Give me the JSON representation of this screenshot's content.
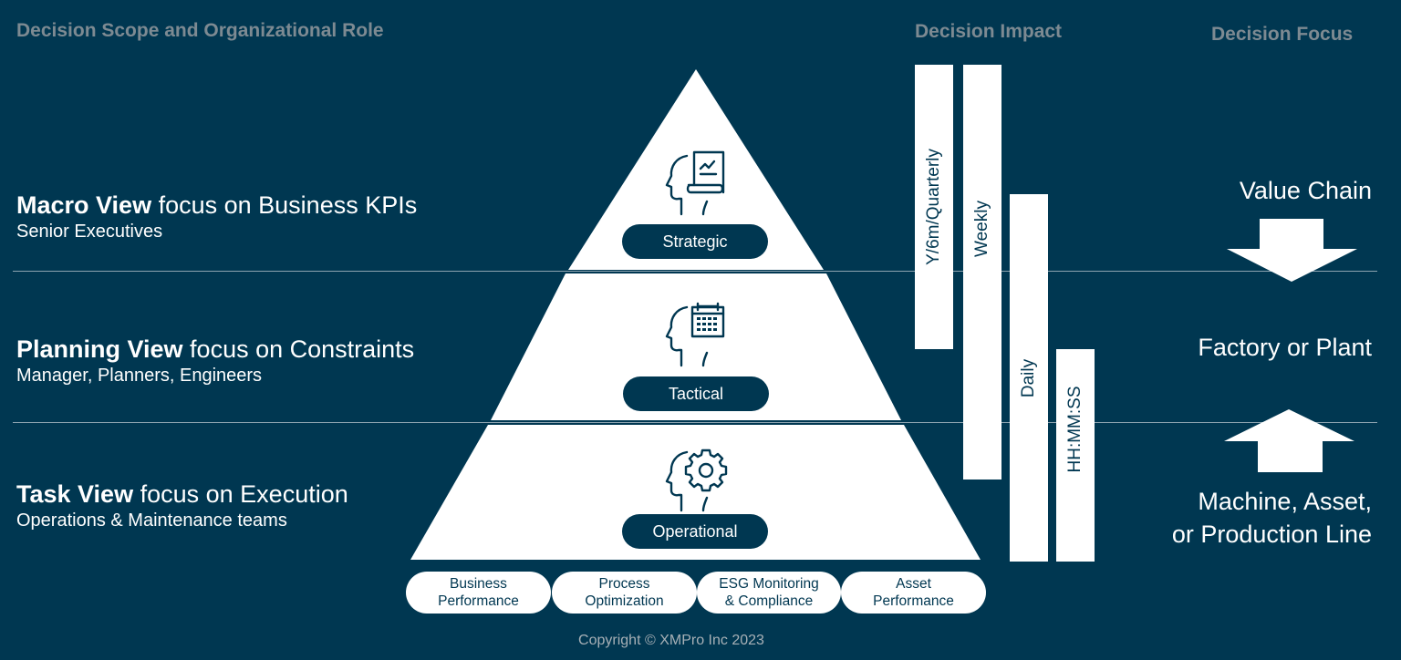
{
  "headers": {
    "left": "Decision Scope and Organizational Role",
    "impact": "Decision Impact",
    "focus": "Decision Focus"
  },
  "views": [
    {
      "bold": "Macro View",
      "rest": " focus on Business KPIs",
      "sub": "Senior Executives"
    },
    {
      "bold": "Planning View",
      "rest": " focus on Constraints",
      "sub": "Manager, Planners, Engineers"
    },
    {
      "bold": "Task View",
      "rest": " focus on Execution",
      "sub": "Operations & Maintenance teams"
    }
  ],
  "pyramid": {
    "levels": [
      {
        "label": "Strategic",
        "icon": "head-report-chart-icon"
      },
      {
        "label": "Tactical",
        "icon": "head-calendar-icon"
      },
      {
        "label": "Operational",
        "icon": "head-gear-icon"
      }
    ]
  },
  "impact_bars": [
    {
      "label": "Y/6m/Quarterly"
    },
    {
      "label": "Weekly"
    },
    {
      "label": "Daily"
    },
    {
      "label": "HH:MM:SS"
    }
  ],
  "focus": {
    "top": "Value Chain",
    "middle": "Factory or Plant",
    "bottom_line1": "Machine, Asset,",
    "bottom_line2": "or Production Line"
  },
  "tags": [
    {
      "line1": "Business",
      "line2": "Performance"
    },
    {
      "line1": "Process",
      "line2": "Optimization"
    },
    {
      "line1": "ESG Monitoring",
      "line2": "& Compliance"
    },
    {
      "line1": "Asset",
      "line2": "Performance"
    }
  ],
  "copyright": "Copyright © XMPro Inc 2023",
  "colors": {
    "background": "#003751",
    "header_gray": "#7d8a92",
    "white": "#ffffff"
  }
}
